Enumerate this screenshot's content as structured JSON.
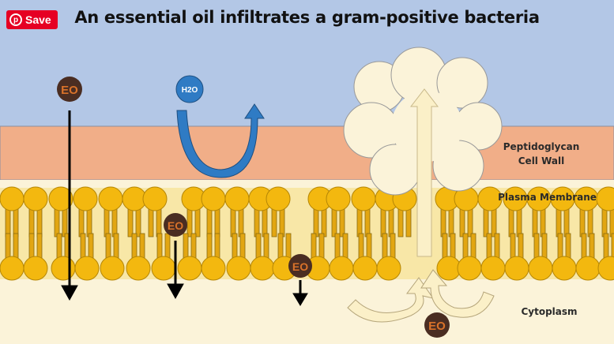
{
  "save_button": {
    "label": "Save",
    "icon": "pinterest-icon"
  },
  "title": "An essential oil infiltrates a gram-positive bacteria",
  "labels": {
    "cell_wall_line1": "Peptidoglycan",
    "cell_wall_line2": "Cell Wall",
    "plasma_membrane": "Plasma Membrane",
    "cytoplasm": "Cytoplasm"
  },
  "molecules": {
    "essential_oil": "EO",
    "water": "H2O"
  },
  "colors": {
    "sky": "#b3c7e6",
    "cell_wall": "#f1ae88",
    "membrane": "#f7e7a8",
    "cytoplasm": "#fbf3d9",
    "head": "#f3b80f",
    "eo": "#4a2d22",
    "eo_text": "#d9722a",
    "water": "#2f7bc4",
    "save": "#e60023"
  }
}
